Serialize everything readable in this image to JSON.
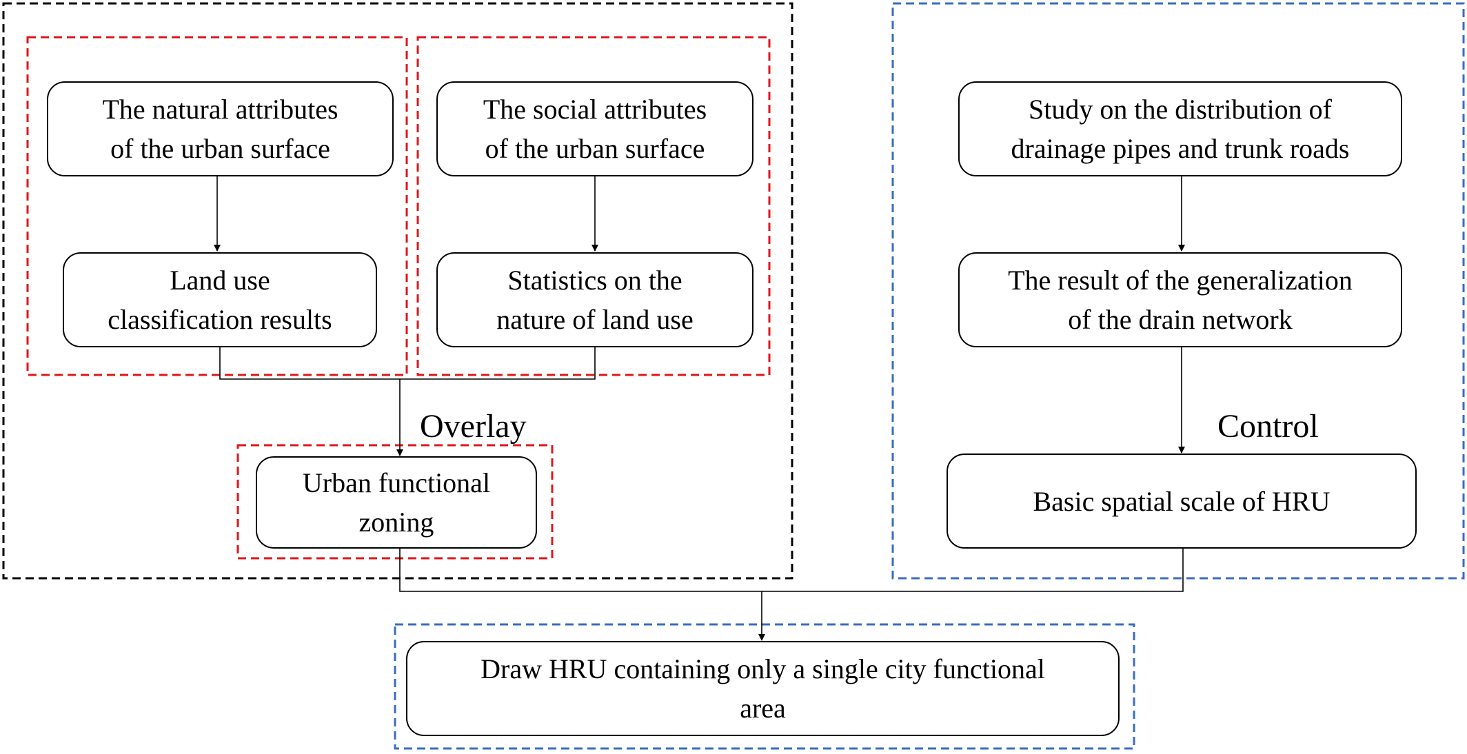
{
  "colors": {
    "background": "#ffffff",
    "node_border": "#000000",
    "text": "#000000",
    "group_black": "#000000",
    "group_red": "#e0151b",
    "group_blue": "#3a6bc3"
  },
  "nodes": {
    "natural_attributes": "The natural attributes\nof the urban surface",
    "land_use_classification": "Land use\nclassification results",
    "social_attributes": "The social attributes\nof the urban surface",
    "land_use_statistics": "Statistics on the\nnature of land use",
    "urban_functional_zoning": "Urban functional\nzoning",
    "drainage_study": "Study on the  distribution of\ndrainage pipes and trunk roads",
    "drain_network_generalization": "The result of the generalization\nof the drain network",
    "hru_spatial_scale": "Basic spatial scale of HRU",
    "draw_hru": "Draw HRU containing only a single city functional\narea"
  },
  "edge_labels": {
    "overlay": "Overlay",
    "control": "Control"
  },
  "groups": [
    {
      "id": "left-outer",
      "style": "black-dashed"
    },
    {
      "id": "natural-group",
      "style": "red-dashed"
    },
    {
      "id": "social-group",
      "style": "red-dashed"
    },
    {
      "id": "zoning-group",
      "style": "red-dashed"
    },
    {
      "id": "right-outer",
      "style": "blue-dashed"
    },
    {
      "id": "result-group",
      "style": "blue-dashed"
    }
  ]
}
